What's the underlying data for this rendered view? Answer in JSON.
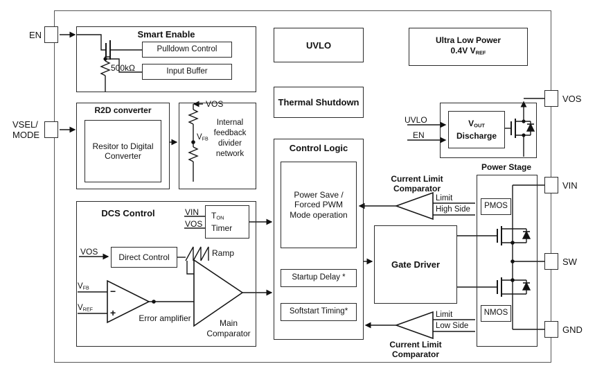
{
  "pins": {
    "en": "EN",
    "vsel1": "VSEL/",
    "vsel2": "MODE",
    "vos": "VOS",
    "vin": "VIN",
    "sw": "SW",
    "gnd": "GND"
  },
  "smart_enable": {
    "title": "Smart Enable",
    "pulldown": "Pulldown Control",
    "input_buffer": "Input Buffer",
    "resistor": "500kΩ"
  },
  "uvlo_block": {
    "label": "UVLO"
  },
  "ulp": {
    "line1": "Ultra Low Power",
    "line2_main": "0.4V V",
    "line2_sub": "REF"
  },
  "thermal": {
    "label": "Thermal Shutdown"
  },
  "r2d": {
    "title": "R2D converter",
    "inner": "Resitor to Digital Converter"
  },
  "divider": {
    "vos": "VOS",
    "vfb_main": "V",
    "vfb_sub": "FB",
    "desc": "Internal feedback divider network"
  },
  "control_logic": {
    "title": "Control Logic",
    "power_save": "Power Save / Forced PWM Mode operation",
    "startup": "Startup Delay *",
    "softstart": "Softstart Timing*"
  },
  "discharge": {
    "uvlo": "UVLO",
    "en": "EN",
    "vout_main": "V",
    "vout_sub": "OUT",
    "line2": "Discharge"
  },
  "power_stage": {
    "title": "Power Stage",
    "pmos": "PMOS",
    "nmos": "NMOS"
  },
  "dcs": {
    "title": "DCS Control",
    "vin": "VIN",
    "vos_timer": "VOS",
    "ton_main": "T",
    "ton_sub": "ON",
    "timer": "Timer",
    "ramp": "Ramp",
    "vos_direct": "VOS",
    "direct": "Direct Control",
    "vfb_main": "V",
    "vfb_sub": "FB",
    "vref_main": "V",
    "vref_sub": "REF",
    "minus": "−",
    "plus": "+",
    "error_amp": "Error amplifier",
    "main_comp": "Main Comparator"
  },
  "limit_top": {
    "title": "Current Limit Comparator",
    "limit": "Limit",
    "side": "High Side"
  },
  "limit_bottom": {
    "title": "Current Limit Comparator",
    "limit": "Limit",
    "side": "Low Side"
  },
  "gate_driver": {
    "label": "Gate Driver"
  }
}
